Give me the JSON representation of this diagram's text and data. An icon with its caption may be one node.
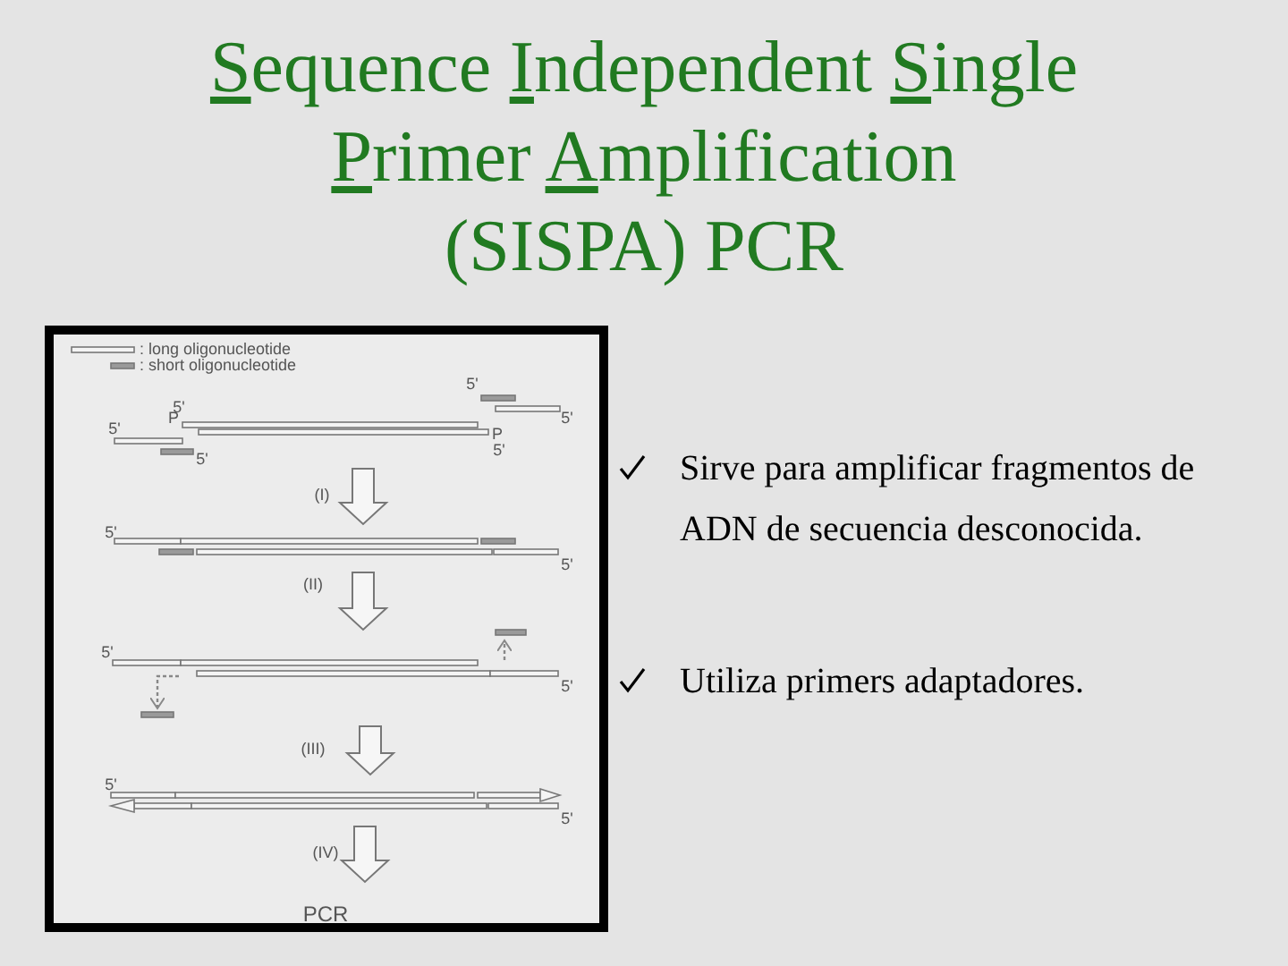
{
  "diagram": {
    "title": "Sequence Independent Single Primer Amplification (SISPA) PCR",
    "labels": [
      "5'",
      "5'",
      "P",
      "5'",
      "P",
      "5'",
      "5'",
      "5'",
      "(I)",
      "5'",
      "5'",
      "(II)",
      "5'",
      "5'",
      "(III)",
      "5'",
      "5'",
      "(IV)",
      "PCR",
      "Sirve para amplificar fragmentos de ADN de secuencia desconocida.",
      "Utiliza primers adaptadores."
    ],
    "legend": [
      {
        "text": ": long oligonucleotide"
      },
      {
        "text": ": short oligonucleotide"
      }
    ]
  }
}
